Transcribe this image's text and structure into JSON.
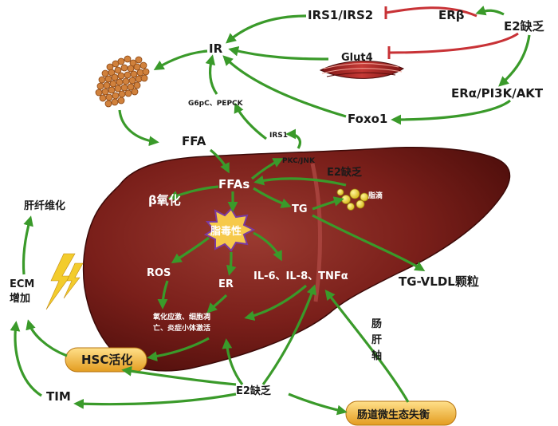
{
  "labels": {
    "irs1_irs2": "IRS1/IRS2",
    "er_beta": "ERβ",
    "e2_deficiency_top": "E2缺乏",
    "ir": "IR",
    "glut4": "Glut4",
    "er_alpha_pi3k_akt": "ERα/PI3K/AKT",
    "g6pc_pepck": "G6pC、PEPCK",
    "foxo1": "Foxo1",
    "irs1": "IRS1",
    "ffa": "FFA",
    "pkc_jnk": "PKC/JNK",
    "e2_deficiency_liver": "E2缺乏",
    "ffas": "FFAs",
    "beta_oxidation": "β氧化",
    "tg": "TG",
    "lipid_droplet": "脂滴",
    "fibrosis": "肝纤维化",
    "lipotoxicity": "脂毒性",
    "ros": "ROS",
    "er_stress": "ER",
    "cytokines": "IL-6、IL-8、TNFα",
    "tg_vldl": "TG-VLDL颗粒",
    "ecm_line1": "ECM",
    "ecm_line2": "增加",
    "stress_line1": "氧化应激、细胞凋",
    "stress_line2": "亡、炎症小体激活",
    "gut_liver_axis_1": "肠",
    "gut_liver_axis_2": "肝",
    "gut_liver_axis_3": "轴",
    "hsc_activation": "HSC活化",
    "tim": "TIM",
    "e2_deficiency_bottom": "E2缺乏",
    "gut_dysbiosis": "肠道微生态失衡"
  },
  "colors": {
    "activation_arrow": "#3a9a2a",
    "inhibition": "#c83236",
    "liver": "#7a1f1a",
    "callout_fill": "#f2bb3c",
    "lipotoxicity_star": "#f6c94a",
    "lightning": "#f3cc2d"
  },
  "icons": {
    "adipose": "adipocyte-cluster-icon",
    "muscle": "muscle-fiber-icon",
    "droplets": "lipid-droplet-icon",
    "lightning": "lightning-icon"
  }
}
